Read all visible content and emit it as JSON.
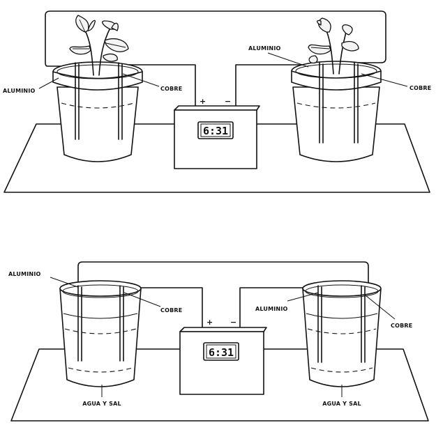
{
  "top_scene": {
    "left_pot": {
      "metal_a": "ALUMINIO",
      "metal_b": "COBRE"
    },
    "right_pot": {
      "metal_a": "ALUMINIO",
      "metal_b": "COBRE"
    },
    "clock": {
      "time": "6:31",
      "plus": "+",
      "minus": "−"
    }
  },
  "bottom_scene": {
    "left_glass": {
      "metal_a": "ALUMINIO",
      "metal_b": "COBRE",
      "liquid": "AGUA Y SAL"
    },
    "right_glass": {
      "metal_a": "ALUMINIO",
      "metal_b": "COBRE",
      "liquid": "AGUA Y SAL"
    },
    "clock": {
      "time": "6:31",
      "plus": "+",
      "minus": "−"
    }
  }
}
